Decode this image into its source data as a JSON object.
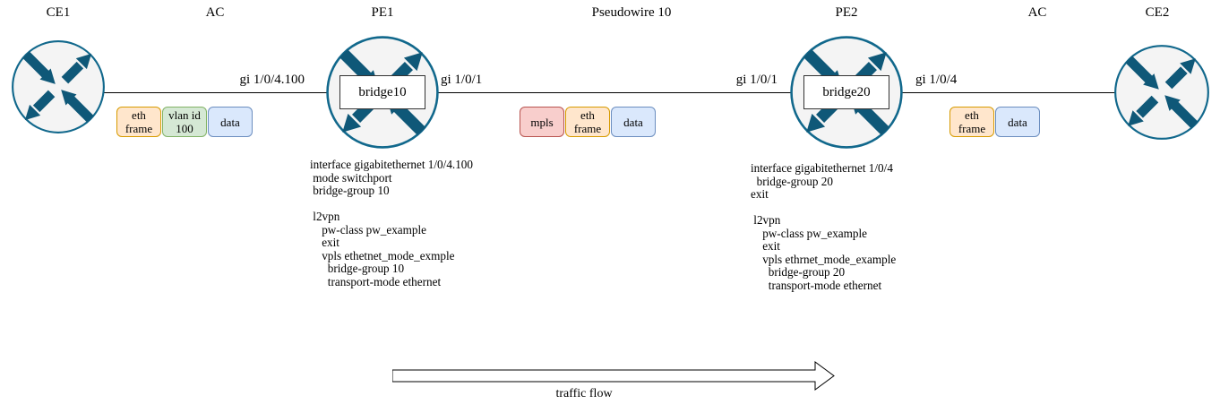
{
  "palette": {
    "router_fill": "#f4f4f4",
    "router_stroke": "#11688c",
    "router_arrow": "#0f5878",
    "link_line": "#000000",
    "bridge_border": "#333333",
    "frames": {
      "eth": {
        "fill": "#ffe6cc",
        "stroke": "#d79b00"
      },
      "vlan": {
        "fill": "#d5e8d4",
        "stroke": "#82b366"
      },
      "data": {
        "fill": "#dae8fc",
        "stroke": "#6c8ebf"
      },
      "mpls": {
        "fill": "#f8cecc",
        "stroke": "#b85450"
      }
    }
  },
  "top_labels": {
    "ce1": "CE1",
    "ac_left": "AC",
    "pe1": "PE1",
    "pseudowire": "Pseudowire 10",
    "pe2": "PE2",
    "ac_right": "AC",
    "ce2": "CE2"
  },
  "interface_labels": {
    "ce1_pe1": "gi 1/0/4.100",
    "pe1_right": "gi 1/0/1",
    "pe2_left": "gi 1/0/1",
    "pe2_right": "gi 1/0/4"
  },
  "bridges": {
    "pe1": "bridge10",
    "pe2": "bridge20"
  },
  "frames": {
    "ac_left": [
      {
        "type": "eth",
        "label": "eth\nframe"
      },
      {
        "type": "vlan",
        "label": "vlan id\n100"
      },
      {
        "type": "data",
        "label": "data"
      }
    ],
    "pseudowire": [
      {
        "type": "mpls",
        "label": "mpls"
      },
      {
        "type": "eth",
        "label": "eth\nframe"
      },
      {
        "type": "data",
        "label": "data"
      }
    ],
    "ac_right": [
      {
        "type": "eth",
        "label": "eth\nframe"
      },
      {
        "type": "data",
        "label": "data"
      }
    ]
  },
  "configs": {
    "pe1": [
      "interface gigabitethernet 1/0/4.100",
      " mode switchport",
      " bridge-group 10",
      "",
      " l2vpn",
      "    pw-class pw_example",
      "    exit",
      "    vpls ethetnet_mode_exmple",
      "      bridge-group 10",
      "      transport-mode ethernet"
    ],
    "pe2": [
      "interface gigabitethernet 1/0/4",
      "  bridge-group 20",
      "exit",
      "",
      " l2vpn",
      "    pw-class pw_example",
      "    exit",
      "    vpls ethrnet_mode_example",
      "      bridge-group 20",
      "      transport-mode ethernet"
    ]
  },
  "traffic_flow_label": "traffic flow"
}
